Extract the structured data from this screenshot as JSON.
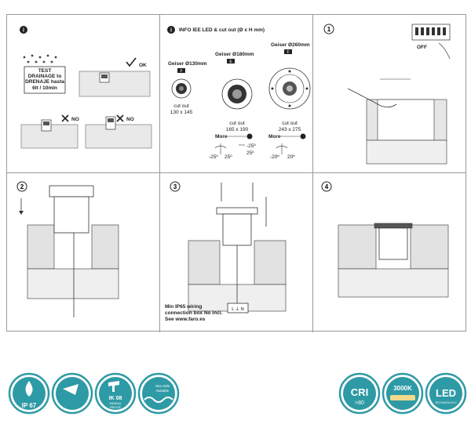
{
  "panel1": {
    "step": "i",
    "test_line1": "TEST",
    "test_line2": "DRAINAGE to",
    "test_line3": "DRENAJE hasta",
    "test_line4": "6lt / 10min",
    "ok_label": "OK",
    "no_label_1": "NO",
    "no_label_2": "NO"
  },
  "panel2": {
    "step": "i",
    "title": "INFO IEE LED & cut out (Ø x H mm)",
    "products": [
      {
        "name": "Geiser Ø130mm",
        "code": "F",
        "cutout_label": "cut out",
        "cutout_size": "130 x 145"
      },
      {
        "name": "Geiser Ø180mm",
        "code": "E",
        "cutout_label": "cut out",
        "cutout_size": "165 x 190"
      },
      {
        "name": "Geiser Ø260mm",
        "code": "F",
        "cutout_label": "cut out",
        "cutout_size": "243 x 275"
      }
    ],
    "more_label_1": "More",
    "more_label_2": "More",
    "angles_1": [
      "-25º",
      "25º",
      "-25º",
      "25º"
    ],
    "angles_2": [
      "-20º",
      "20º"
    ]
  },
  "panel3": {
    "step": "1",
    "switch_label": "OFF"
  },
  "panel4": {
    "step": "2"
  },
  "panel5": {
    "step": "3",
    "note_line1": "Min IP65 wiring",
    "note_line2": "connection box No incl.",
    "note_line3": "See www.faro.es",
    "box_label": "L ⏚ N"
  },
  "panel6": {
    "step": "4"
  },
  "badges": {
    "ip": "IP 67",
    "ik_line1": "IK 08",
    "ik_line2": "VANDAL",
    "ik_line3": "PROOF",
    "sea_line1": "Sea Side",
    "sea_line2": "Suitable",
    "cri_big": "CRI",
    "cri_small": ">80",
    "cct": "3000K",
    "led_big": "LED",
    "led_small": "TECHNOLOGY"
  },
  "colors": {
    "accent": "#2e9aa5",
    "line": "#333333",
    "frame": "#9a9a9a"
  }
}
